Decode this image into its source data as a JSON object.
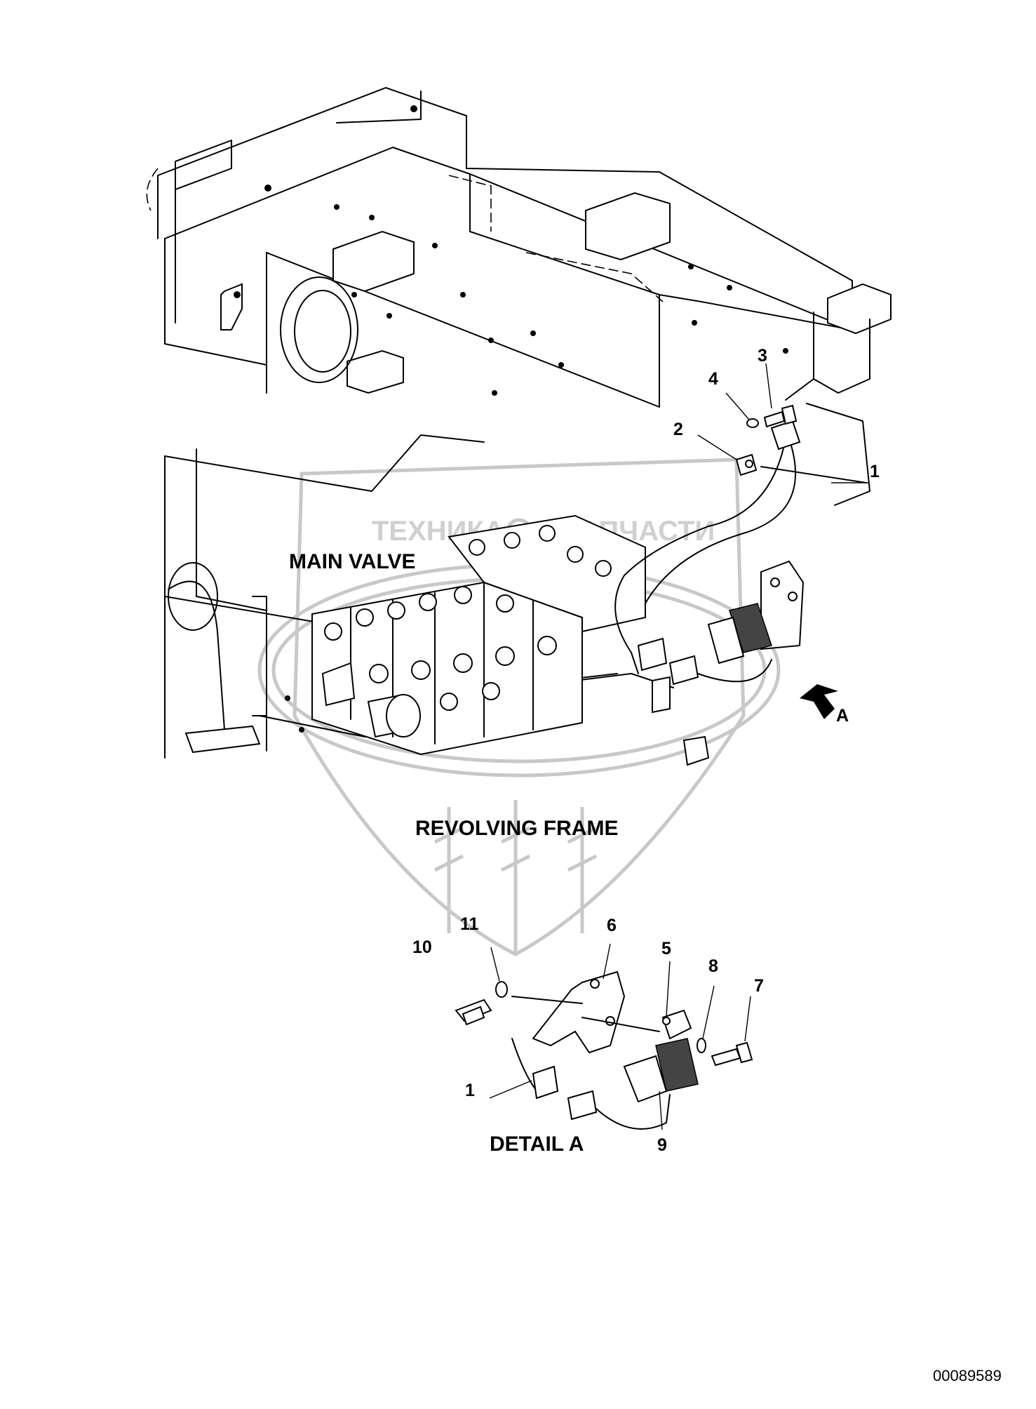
{
  "watermark": {
    "text_left": "ТЕХНИКА",
    "text_right": "ЗАПЧАСТИ"
  },
  "labels": {
    "main_valve": "MAIN VALVE",
    "revolving_frame": "REVOLVING FRAME",
    "detail_a": "DETAIL A",
    "view_a": "A"
  },
  "callouts": {
    "c1": "1",
    "c2": "2",
    "c3": "3",
    "c4": "4",
    "c5": "5",
    "c6": "6",
    "c7": "7",
    "c8": "8",
    "c9": "9",
    "c10": "10",
    "c11": "11",
    "c1_detail": "1"
  },
  "document_number": "00089589"
}
